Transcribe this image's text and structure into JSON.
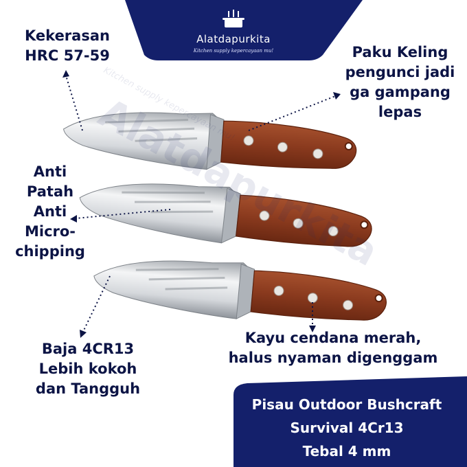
{
  "brand": {
    "name": "Alatdapurkita",
    "tagline": "Kitchen supply kepercayaan mu!",
    "watermark": "Alatdapurkita",
    "watermark_tagline": "Kitchen supply kepercayaan mu!"
  },
  "callouts": {
    "hardness": [
      "Kekerasan",
      "HRC 57-59"
    ],
    "rivet": [
      "Paku Keling",
      "pengunci jadi",
      "ga gampang",
      "lepas"
    ],
    "anti": [
      "Anti",
      "Patah",
      "Anti",
      "Micro-",
      "chipping"
    ],
    "steel": [
      "Baja 4CR13",
      "Lebih kokoh",
      "dan Tangguh"
    ],
    "wood": [
      "Kayu cendana merah,",
      "halus nyaman digenggam"
    ]
  },
  "product": {
    "line1": "Pisau Outdoor Bushcraft",
    "line2": "Survival 4Cr13",
    "line3": "Tebal 4 mm"
  },
  "colors": {
    "navy": "#14206b",
    "text": "#0c1445",
    "handle": "#8a3a1e",
    "blade": "#c9ccd1"
  }
}
